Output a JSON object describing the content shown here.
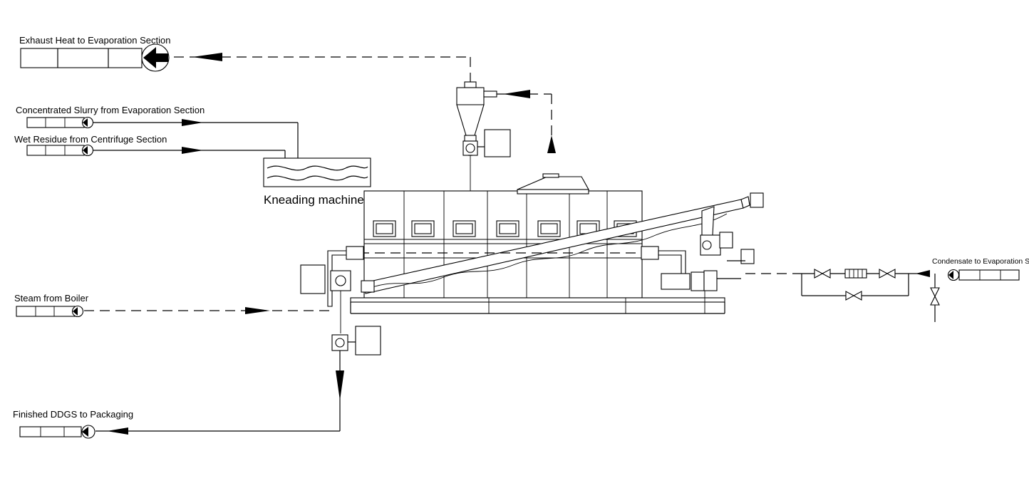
{
  "labels": {
    "exhaust_heat": "Exhaust Heat to Evaporation Section",
    "concentrated_slurry": "Concentrated Slurry from Evaporation Section",
    "wet_residue": "Wet Residue from Centrifuge Section",
    "kneading_machine": "Kneading machine",
    "steam_from_boiler": "Steam from Boiler",
    "finished_ddgs": "Finished DDGS to Packaging",
    "condensate": "Condensate to Evaporation Section"
  }
}
